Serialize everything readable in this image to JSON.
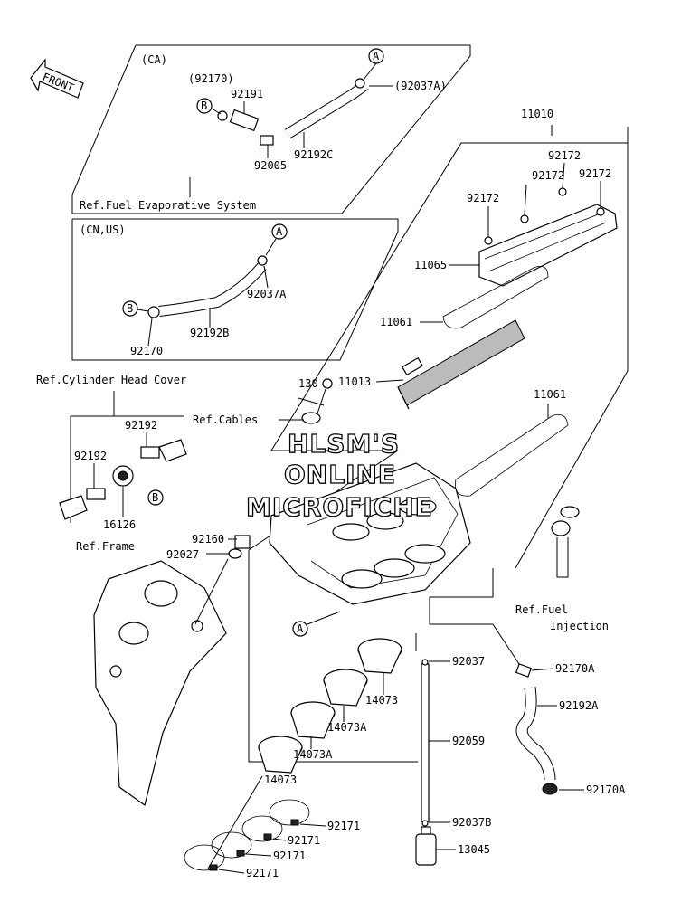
{
  "front_arrow": "FRONT",
  "refs": {
    "fuel_evap": "Ref.Fuel Evaporative System",
    "cyl_head": "Ref.Cylinder Head Cover",
    "cables": "Ref.Cables",
    "frame": "Ref.Frame",
    "fuel_inj_1": "Ref.Fuel",
    "fuel_inj_2": "Injection"
  },
  "regions": {
    "ca": "(CA)",
    "cn_us": "(CN,US)"
  },
  "callouts": {
    "a": "A",
    "b": "B"
  },
  "watermark": {
    "line1": "HLSM'S",
    "line2": "ONLINE",
    "line3": "MICROFICHE"
  },
  "parts": {
    "p92170_paren": "(92170)",
    "p92191": "92191",
    "p92037A_top": "(92037A)",
    "p92005": "92005",
    "p92192C": "92192C",
    "p11010": "11010",
    "p92172_a": "92172",
    "p92172_b": "92172",
    "p92172_c": "92172",
    "p92172_d": "92172",
    "p11065": "11065",
    "p92037A": "92037A",
    "p92192B": "92192B",
    "p92170": "92170",
    "p11061_a": "11061",
    "p11013": "11013",
    "p130": "130",
    "p11061_b": "11061",
    "p92192_a": "92192",
    "p92192_b": "92192",
    "p16126": "16126",
    "p92160": "92160",
    "p92027": "92027",
    "p92037": "92037",
    "p92170A_a": "92170A",
    "p92192A": "92192A",
    "p14073_a": "14073",
    "p14073A_a": "14073A",
    "p14073A_b": "14073A",
    "p14073_b": "14073",
    "p92059": "92059",
    "p92170A_b": "92170A",
    "p92037B": "92037B",
    "p92171_a": "92171",
    "p92171_b": "92171",
    "p92171_c": "92171",
    "p92171_d": "92171",
    "p13045": "13045"
  }
}
